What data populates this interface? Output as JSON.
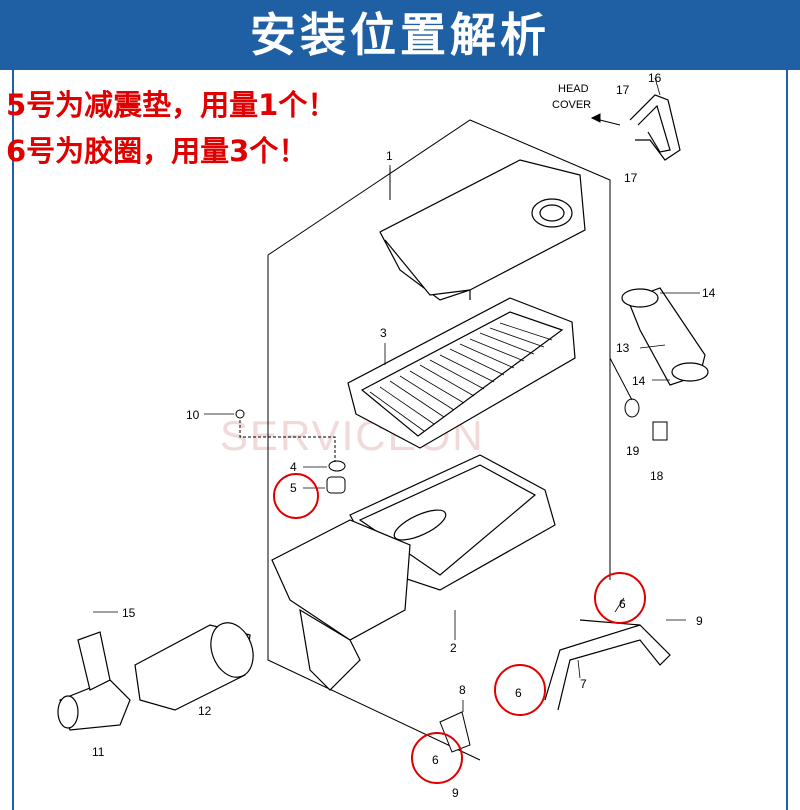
{
  "banner": {
    "title": "安装位置解析",
    "bg_color": "#1f5fa3"
  },
  "notes": [
    {
      "text": "5号为减震垫，用量1个！",
      "color": "#e00000"
    },
    {
      "text": "6号为胶圈，用量3个！",
      "color": "#e00000"
    }
  ],
  "watermark": "SERVICEON",
  "head_cover": [
    "HEAD",
    "COVER"
  ],
  "labels": {
    "p1": "1",
    "p2": "2",
    "p3": "3",
    "p4": "4",
    "p5": "5",
    "p6a": "6",
    "p6b": "6",
    "p6c": "6",
    "p7": "7",
    "p8": "8",
    "p9a": "9",
    "p9b": "9",
    "p10": "10",
    "p11": "11",
    "p12": "12",
    "p13": "13",
    "p14a": "14",
    "p14b": "14",
    "p15": "15",
    "p16": "16",
    "p17a": "17",
    "p17b": "17",
    "p18": "18",
    "p19": "19"
  },
  "highlight_color": "#e00000"
}
